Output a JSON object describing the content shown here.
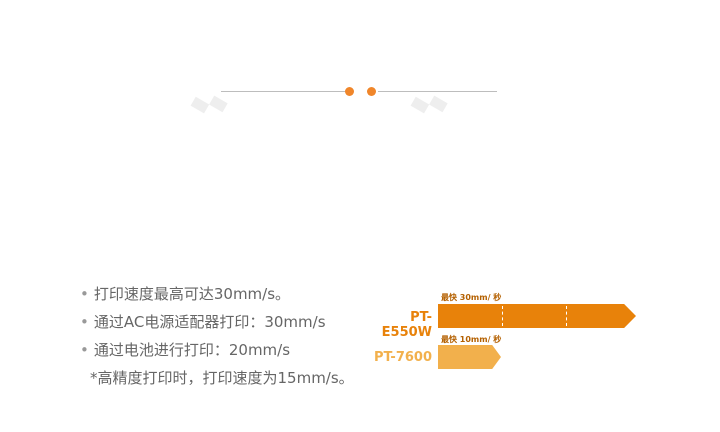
{
  "features": [
    {
      "bullet": "•",
      "text": "打印速度最高可达30mm/s。"
    },
    {
      "bullet": "•",
      "text": "通过AC电源适配器打印：30mm/s"
    },
    {
      "bullet": "•",
      "text": "通过电池进行打印：20mm/s"
    },
    {
      "bullet": "",
      "text": "*高精度打印时，打印速度为15mm/s。"
    }
  ],
  "comparison": [
    {
      "model": "PT-E550W",
      "speed_label": "最快 30mm/ 秒",
      "speed_mm_s": 30,
      "color": "#e8820a"
    },
    {
      "model": "PT-7600",
      "speed_label": "最快 10mm/ 秒",
      "speed_mm_s": 10,
      "color": "#f2b04c"
    }
  ],
  "accent": "#f0862a"
}
